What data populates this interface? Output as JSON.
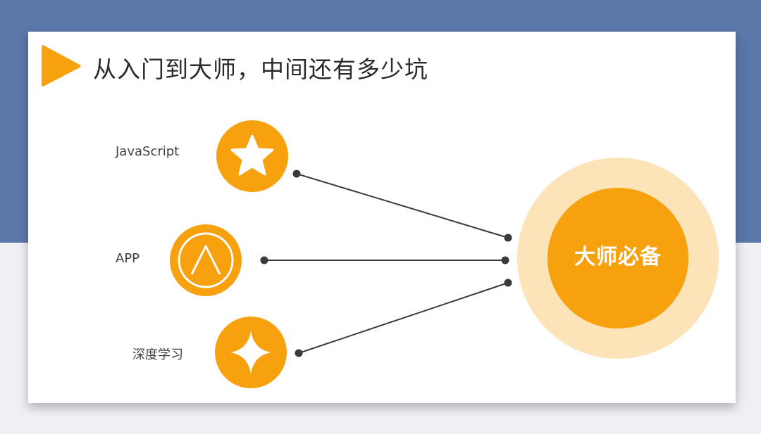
{
  "slide": {
    "title": "从入门到大师，中间还有多少坑"
  },
  "diagram": {
    "items": [
      {
        "label": "JavaScript",
        "icon": "star-icon"
      },
      {
        "label": "APP",
        "icon": "chevron-up-icon"
      },
      {
        "label": "深度学习",
        "icon": "four-point-star-icon"
      }
    ],
    "hub": {
      "label": "大师必备"
    }
  },
  "colors": {
    "background_top": "#5b78ab",
    "accent_orange": "#f7a10f",
    "hub_outer": "#fde3b8",
    "connector": "#3a3a3a",
    "title_text": "#2b2b2b"
  }
}
